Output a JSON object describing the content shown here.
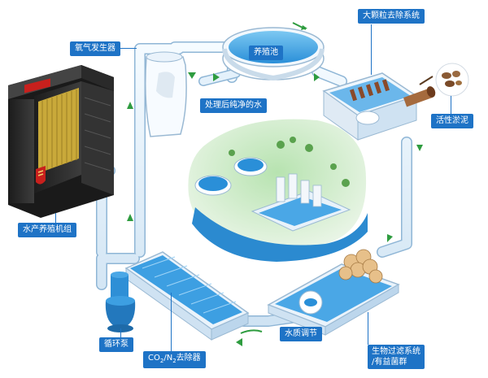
{
  "labels": {
    "oxygen_generator": "氧气发生器",
    "culture_pond": "养殖池",
    "large_particle_removal": "大颗粒去除系统",
    "activated_sludge": "活性淤泥",
    "treated_water": "处理后纯净的水",
    "heat_pump_unit": "水产养殖机组",
    "circulation_pump": "循环泵",
    "co2_n2_remover": {
      "co": "CO",
      "co_sub": "2",
      "slash": "/N",
      "n_sub": "2",
      "suffix": "去除器"
    },
    "water_quality_regulation": "水质调节",
    "biofilter_line1": "生物过滤系统",
    "biofilter_line2": "/有益菌群"
  },
  "colors": {
    "label_bg": "#1e73c6",
    "pipe": "#e4f1fb",
    "pipe_edge": "#8fb6d6",
    "arrow": "#2e9c3f",
    "water": "#2a8fd8",
    "grass": "#7fc47d",
    "unit_body": "#2b2b2b",
    "unit_coil": "#c9a93a",
    "brand_red": "#c8201d"
  },
  "icons": [
    "flow-arrow-icon",
    "brand-logo-icon",
    "sludge-pellets-icon"
  ]
}
